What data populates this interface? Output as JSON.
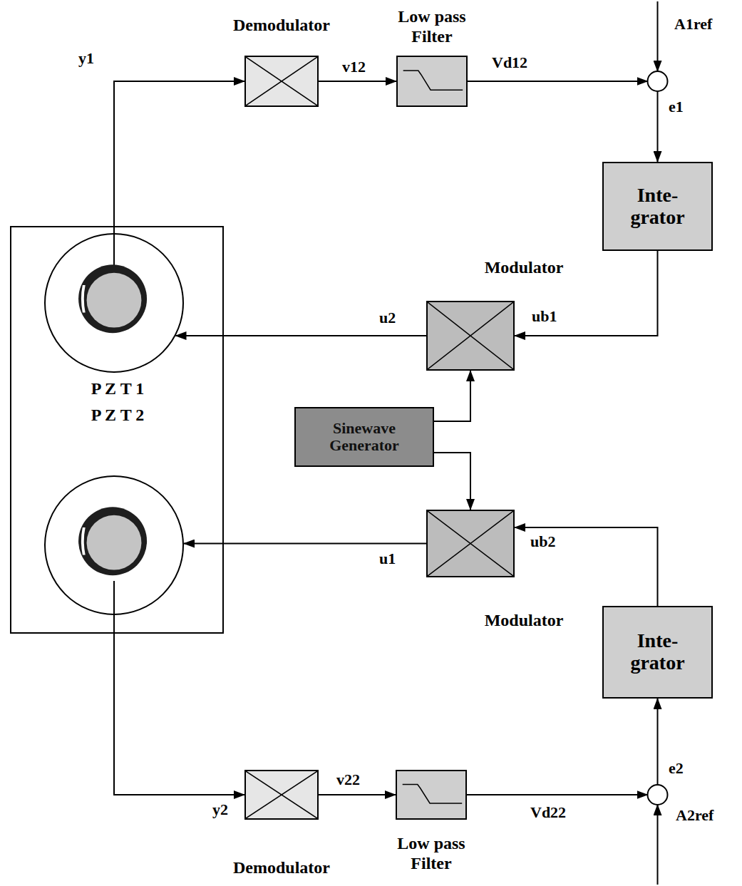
{
  "diagram": {
    "nodes": [
      {
        "text": [
          "Demodulator"
        ]
      },
      {
        "text": [
          "Low pass Filter"
        ]
      },
      {
        "text": [
          "Inte- grator"
        ]
      },
      {
        "text": [
          "Modulator"
        ]
      },
      {
        "text": [
          "P Z T 1"
        ]
      },
      {
        "text": [
          "Sinewave Generator"
        ]
      },
      {
        "text": [
          "P Z T 2"
        ]
      },
      {
        "text": [
          "Modulator"
        ]
      },
      {
        "text": [
          "Inte- grator"
        ]
      },
      {
        "text": [
          "Demodulator"
        ]
      },
      {
        "text": [
          "Low pass Filter"
        ]
      }
    ],
    "edges": [
      {
        "from": 4,
        "to": 0,
        "label": "y1",
        "arrow": "to"
      },
      {
        "from": 0,
        "to": 1,
        "label": "v12",
        "arrow": "to"
      },
      {
        "from": 1,
        "to": 2,
        "label": "Vd12",
        "arrow": "to"
      },
      {
        "from": 2,
        "to": 3,
        "label": "ub1",
        "arrow": "to"
      },
      {
        "from": 3,
        "to": 4,
        "label": "u2",
        "arrow": "to"
      },
      {
        "from": 5,
        "to": 3,
        "arrow": "to"
      },
      {
        "from": 5,
        "to": 7,
        "arrow": "to"
      },
      {
        "from": 8,
        "to": 7,
        "label": "ub2",
        "arrow": "to"
      },
      {
        "from": 7,
        "to": 6,
        "label": "u1",
        "arrow": "to"
      },
      {
        "from": 6,
        "to": 9,
        "label": "y2",
        "arrow": "to"
      },
      {
        "from": 9,
        "to": 10,
        "label": "v22",
        "arrow": "to"
      },
      {
        "from": 10,
        "to": 8,
        "label": "Vd22",
        "arrow": "to"
      }
    ],
    "labels": [
      "A1ref",
      "e1",
      "A2ref",
      "e2"
    ]
  }
}
